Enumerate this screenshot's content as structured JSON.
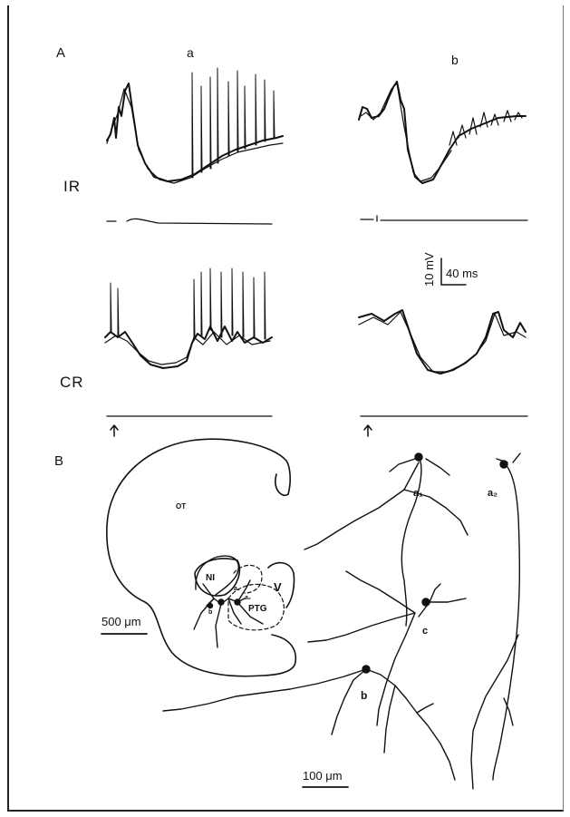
{
  "figure": {
    "panel_a_label": "A",
    "panel_b_label": "B",
    "columns": [
      "a",
      "b"
    ],
    "rows": [
      "IR",
      "CR"
    ],
    "scale_bar_voltage": "10 mV",
    "scale_bar_time": "40 ms",
    "scale_bar_anatomy_low": "500 μm",
    "scale_bar_anatomy_high": "100 μm",
    "region_ot": "OT",
    "region_ni": "NI",
    "region_v": "V",
    "region_ptg": "PTG",
    "cell_label_a1": "a₁",
    "cell_label_a2": "a₂",
    "cell_label_a1_small": "a₁",
    "cell_label_a2_small": "a₂",
    "cell_label_b_small": "b",
    "cell_label_c": "c",
    "cell_label_b": "b",
    "stimulus_marker": "↑"
  }
}
